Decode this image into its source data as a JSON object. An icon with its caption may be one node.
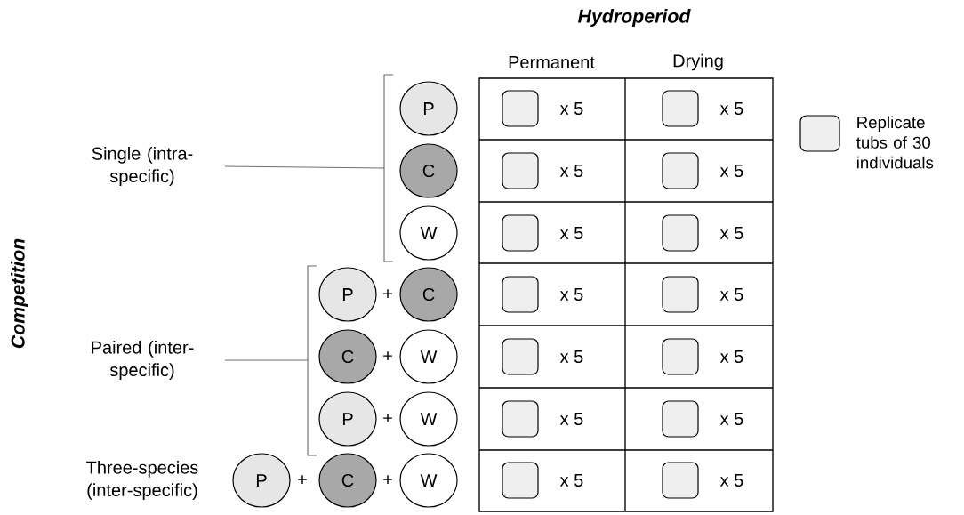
{
  "diagram": {
    "nodes": [
      {
        "text": [
          "Single (intra-specific)"
        ]
      },
      {
        "text": [
          "P"
        ]
      },
      {
        "text": [
          "C"
        ]
      },
      {
        "text": [
          "W"
        ]
      },
      {
        "text": [
          "Paired (inter-specific)"
        ]
      },
      {
        "text": [
          "P"
        ]
      },
      {
        "text": [
          "C"
        ]
      },
      {
        "text": [
          "C"
        ]
      },
      {
        "text": [
          "W"
        ]
      },
      {
        "text": [
          "P"
        ]
      },
      {
        "text": [
          "W"
        ]
      },
      {
        "text": [
          "Three-species (inter-specific)"
        ]
      },
      {
        "text": [
          "P"
        ]
      },
      {
        "text": [
          "C"
        ]
      },
      {
        "text": [
          "W"
        ]
      }
    ],
    "edges": [
      {
        "from": 0,
        "to": null,
        "arrow": "none"
      },
      {
        "from": 4,
        "to": null,
        "arrow": "none"
      }
    ],
    "labels": [
      "Hydroperiod",
      "Permanent",
      "Drying",
      "Competition",
      "+",
      "+",
      "+",
      "+",
      "+",
      "x 5",
      "x 5",
      "x 5",
      "x 5",
      "x 5",
      "x 5",
      "x 5",
      "x 5",
      "x 5",
      "x 5",
      "x 5",
      "x 5",
      "x 5",
      "x 5"
    ],
    "legend": [
      {
        "text": "Replicate tubs of 30 individuals",
        "color": "#efefef"
      }
    ]
  }
}
